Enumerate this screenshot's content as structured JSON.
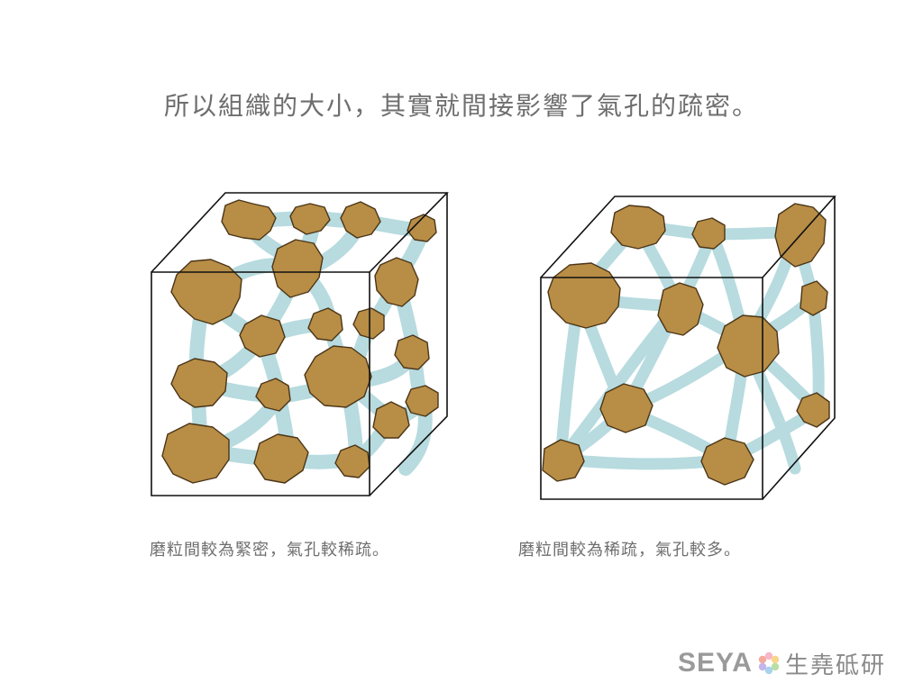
{
  "title": "所以組織的大小，其實就間接影響了氣孔的疏密。",
  "left_panel": {
    "caption": "磨粒間較為緊密，氣孔較稀疏。"
  },
  "right_panel": {
    "caption": "磨粒間較為稀疏，氣孔較多。"
  },
  "logo": {
    "word": "SEYA",
    "cn": "生堯砥研"
  },
  "colors": {
    "grain": "#b88d45",
    "grain_outline": "#4a3518",
    "bond": "#b7dbdf",
    "cube_edge": "#111111",
    "text": "#6e6e6e"
  }
}
